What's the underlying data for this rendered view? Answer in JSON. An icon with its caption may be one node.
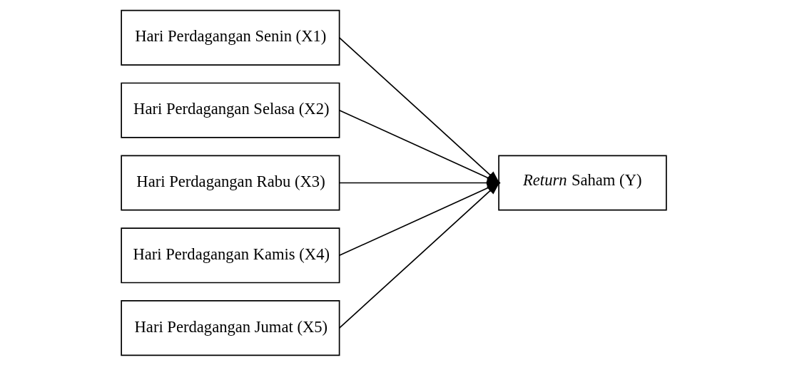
{
  "diagram": {
    "nodes": [
      {
        "text": [
          "Hari Perdagangan Senin (X1)"
        ]
      },
      {
        "text": [
          "Hari Perdagangan Selasa (X2)"
        ]
      },
      {
        "text": [
          "Hari Perdagangan Rabu (X3)"
        ]
      },
      {
        "text": [
          "Hari Perdagangan Kamis (X4)"
        ]
      },
      {
        "text": [
          "Hari Perdagangan Jumat (X5)"
        ]
      },
      {
        "text": [
          "*Return* Saham (Y)"
        ]
      }
    ],
    "edges": [
      {
        "from": 0,
        "to": 5,
        "arrow": "to"
      },
      {
        "from": 1,
        "to": 5,
        "arrow": "to"
      },
      {
        "from": 2,
        "to": 5,
        "arrow": "to"
      },
      {
        "from": 3,
        "to": 5,
        "arrow": "to"
      },
      {
        "from": 4,
        "to": 5,
        "arrow": "to"
      }
    ]
  }
}
